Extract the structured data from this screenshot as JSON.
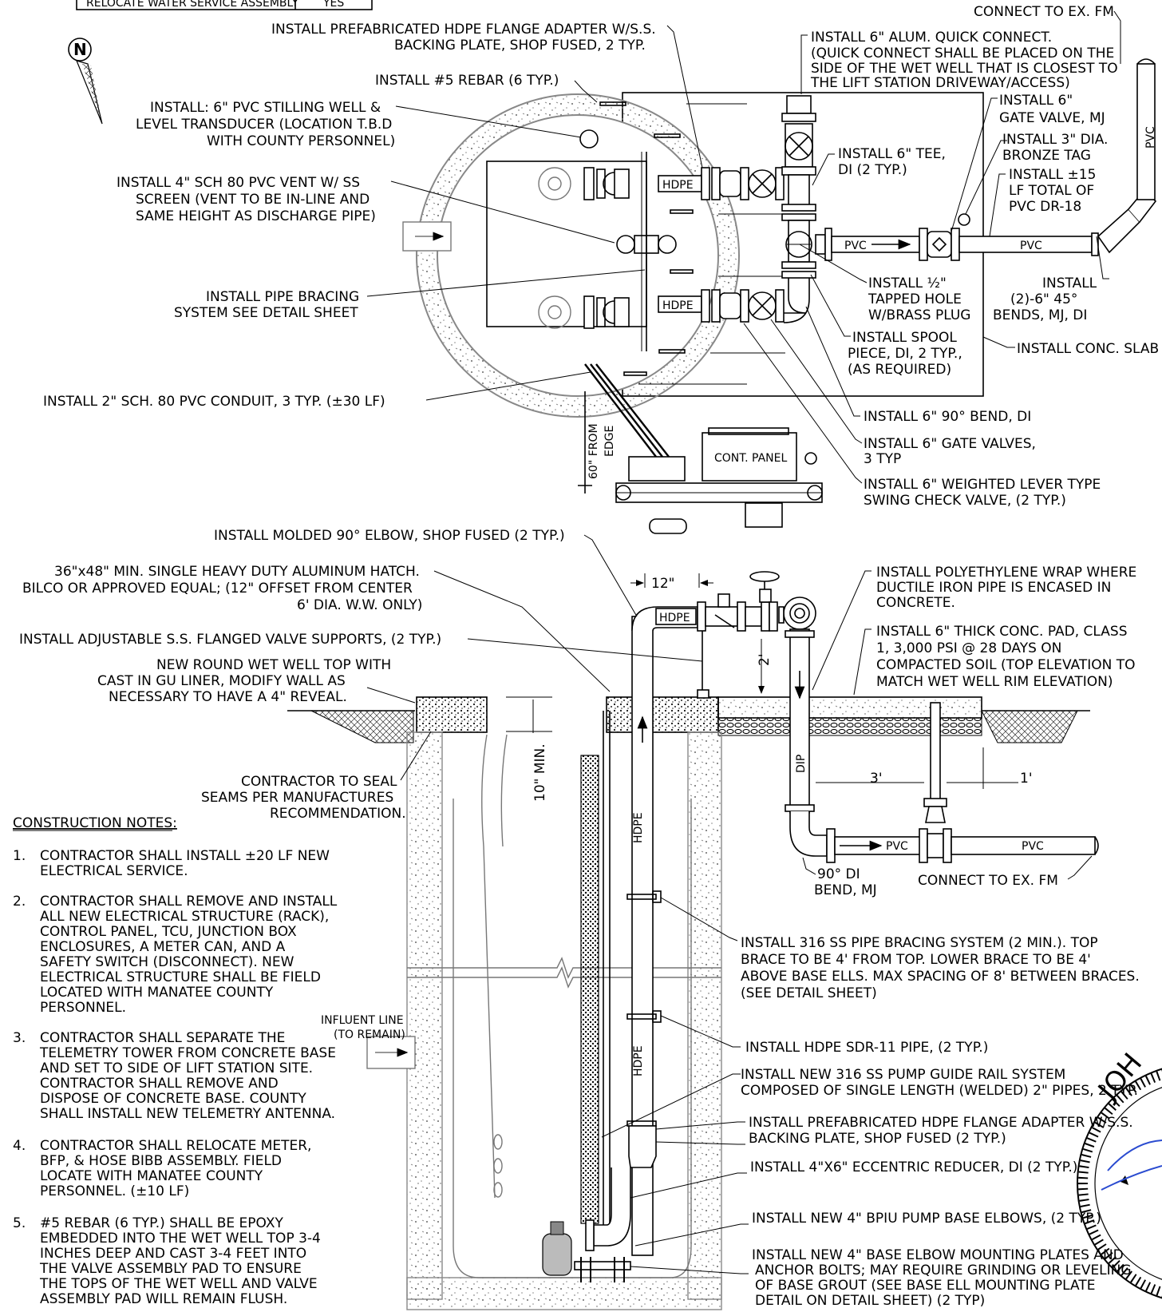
{
  "table": {
    "row1_label": "RELOCATE WATER SERVICE ASSEMBLY",
    "row1_value": "YES"
  },
  "north_arrow": {
    "glyph": "N",
    "icon": "north-arrow-icon"
  },
  "plan": {
    "callouts": [
      {
        "id": "connect-fm-top",
        "lines": [
          "CONNECT TO EX. FM"
        ]
      },
      {
        "id": "flange-adapter-top",
        "lines": [
          "INSTALL PREFABRICATED HDPE FLANGE ADAPTER W/S.S.",
          "BACKING PLATE, SHOP FUSED, 2 TYP."
        ]
      },
      {
        "id": "quick-connect",
        "lines": [
          "INSTALL 6\" ALUM. QUICK CONNECT.",
          "(QUICK CONNECT SHALL BE PLACED ON THE",
          "SIDE OF THE WET WELL THAT IS CLOSEST TO",
          "THE LIFT STATION DRIVEWAY/ACCESS)"
        ]
      },
      {
        "id": "rebar",
        "lines": [
          "INSTALL #5 REBAR (6 TYP.)"
        ]
      },
      {
        "id": "gate-valve-mj",
        "lines": [
          "INSTALL 6\"",
          "GATE VALVE, MJ"
        ]
      },
      {
        "id": "stilling-well",
        "lines": [
          "INSTALL: 6\" PVC STILLING WELL &",
          "LEVEL TRANSDUCER (LOCATION T.B.D",
          "WITH COUNTY PERSONNEL)"
        ]
      },
      {
        "id": "bronze-tag",
        "lines": [
          "INSTALL 3\" DIA.",
          "BRONZE TAG"
        ]
      },
      {
        "id": "tee",
        "lines": [
          "INSTALL 6\" TEE,",
          "DI (2 TYP.)"
        ]
      },
      {
        "id": "pvc-dr18",
        "lines": [
          "INSTALL ±15",
          "LF TOTAL OF",
          "PVC DR-18"
        ]
      },
      {
        "id": "vent",
        "lines": [
          "INSTALL 4\" SCH 80 PVC VENT W/ SS",
          "SCREEN (VENT TO BE IN-LINE AND",
          "SAME HEIGHT AS DISCHARGE PIPE)"
        ]
      },
      {
        "id": "bends-45",
        "lines": [
          "INSTALL",
          "(2)-6\" 45°",
          "BENDS, MJ, DI"
        ]
      },
      {
        "id": "tapped-hole",
        "lines": [
          "INSTALL ½\"",
          "TAPPED HOLE",
          "W/BRASS PLUG"
        ]
      },
      {
        "id": "pipe-bracing",
        "lines": [
          "INSTALL PIPE BRACING",
          "SYSTEM SEE DETAIL SHEET"
        ]
      },
      {
        "id": "conc-slab",
        "lines": [
          "INSTALL CONC. SLAB"
        ]
      },
      {
        "id": "spool",
        "lines": [
          "INSTALL SPOOL",
          "PIECE, DI, 2 TYP.,",
          "(AS REQUIRED)"
        ]
      },
      {
        "id": "conduit",
        "lines": [
          "INSTALL 2\" SCH. 80 PVC CONDUIT, 3 TYP. (±30 LF)"
        ]
      },
      {
        "id": "bend-90",
        "lines": [
          "INSTALL 6\" 90° BEND, DI"
        ]
      },
      {
        "id": "gate-valves",
        "lines": [
          "INSTALL 6\" GATE VALVES,",
          "3 TYP"
        ]
      },
      {
        "id": "check-valve",
        "lines": [
          "INSTALL 6\" WEIGHTED LEVER TYPE",
          "SWING CHECK VALVE, (2 TYP.)"
        ]
      }
    ],
    "labels": {
      "hdpe": "HDPE",
      "pvc": "PVC",
      "cont_panel": "CONT. PANEL",
      "from_edge_1": "60\" FROM",
      "from_edge_2": "EDGE"
    }
  },
  "section": {
    "callouts": [
      {
        "id": "molded-elbow",
        "lines": [
          "INSTALL MOLDED 90° ELBOW, SHOP FUSED (2 TYP.)"
        ]
      },
      {
        "id": "hatch",
        "lines": [
          "36\"x48\" MIN. SINGLE HEAVY DUTY ALUMINUM HATCH.",
          "BILCO OR APPROVED EQUAL; (12\" OFFSET FROM CENTER",
          "6' DIA. W.W. ONLY)"
        ]
      },
      {
        "id": "poly-wrap",
        "lines": [
          "INSTALL POLYETHYLENE WRAP WHERE",
          "DUCTILE IRON PIPE IS ENCASED IN",
          "CONCRETE."
        ]
      },
      {
        "id": "valve-supports",
        "lines": [
          "INSTALL ADJUSTABLE S.S. FLANGED VALVE SUPPORTS, (2 TYP.)"
        ]
      },
      {
        "id": "conc-pad",
        "lines": [
          "INSTALL 6\" THICK CONC. PAD, CLASS",
          "1, 3,000 PSI @ 28 DAYS ON",
          "COMPACTED SOIL (TOP ELEVATION TO",
          "MATCH WET WELL RIM ELEVATION)"
        ]
      },
      {
        "id": "wet-well-top",
        "lines": [
          "NEW ROUND WET WELL TOP WITH",
          "CAST IN GU LINER, MODIFY WALL AS",
          "NECESSARY TO HAVE A 4\" REVEAL."
        ]
      },
      {
        "id": "seal",
        "lines": [
          "CONTRACTOR TO SEAL",
          "SEAMS PER MANUFACTURES",
          "RECOMMENDATION."
        ]
      },
      {
        "id": "di-bend",
        "lines": [
          "90° DI",
          "BEND, MJ"
        ]
      },
      {
        "id": "connect-fm-bottom",
        "lines": [
          "CONNECT TO EX. FM"
        ]
      },
      {
        "id": "bracing-316",
        "lines": [
          "INSTALL 316 SS PIPE BRACING SYSTEM (2 MIN.). TOP",
          "BRACE TO BE 4' FROM TOP. LOWER BRACE TO BE 4'",
          "ABOVE BASE ELLS. MAX SPACING OF 8' BETWEEN BRACES.",
          "(SEE DETAIL SHEET)"
        ]
      },
      {
        "id": "influent",
        "lines": [
          "INFLUENT LINE",
          "(TO REMAIN)"
        ]
      },
      {
        "id": "hdpe-pipe",
        "lines": [
          "INSTALL HDPE SDR-11 PIPE, (2 TYP.)"
        ]
      },
      {
        "id": "guide-rail",
        "lines": [
          "INSTALL NEW 316 SS PUMP GUIDE RAIL SYSTEM",
          "COMPOSED OF SINGLE LENGTH (WELDED) 2\" PIPES, 2 TYP."
        ]
      },
      {
        "id": "flange-adapter-bottom",
        "lines": [
          "INSTALL PREFABRICATED HDPE FLANGE ADAPTER W/S.S.",
          "BACKING PLATE, SHOP FUSED (2 TYP.)"
        ]
      },
      {
        "id": "reducer",
        "lines": [
          "INSTALL 4\"X6\" ECCENTRIC REDUCER, DI (2 TYP.)"
        ]
      },
      {
        "id": "base-elbows",
        "lines": [
          "INSTALL NEW 4\" BPIU PUMP BASE ELBOWS, (2 TYP.)"
        ]
      },
      {
        "id": "mounting-plate",
        "lines": [
          "INSTALL NEW 4\" BASE ELBOW MOUNTING PLATES AND",
          "ANCHOR BOLTS; MAY REQUIRE GRINDING OR LEVELING",
          "OF BASE GROUT (SEE BASE ELL MOUNTING PLATE",
          "DETAIL ON DETAIL SHEET) (2 TYP)"
        ]
      }
    ],
    "dims": {
      "d12": "12\"",
      "d2": "2'",
      "d10": "10\" MIN.",
      "d3": "3'",
      "d1": "1'"
    },
    "labels": {
      "hdpe": "HDPE",
      "dip": "DIP",
      "pvc": "PVC"
    }
  },
  "notes": {
    "heading": "CONSTRUCTION NOTES:",
    "items": [
      {
        "num": "1.",
        "lines": [
          "CONTRACTOR SHALL INSTALL ±20 LF NEW",
          "ELECTRICAL SERVICE."
        ]
      },
      {
        "num": "2.",
        "lines": [
          "CONTRACTOR SHALL REMOVE AND INSTALL",
          "ALL NEW ELECTRICAL STRUCTURE (RACK),",
          "CONTROL PANEL, TCU, JUNCTION BOX",
          "ENCLOSURES, A METER CAN, AND A",
          "SAFETY SWITCH (DISCONNECT). NEW",
          "ELECTRICAL STRUCTURE SHALL BE FIELD",
          "LOCATED WITH MANATEE COUNTY",
          "PERSONNEL."
        ]
      },
      {
        "num": "3.",
        "lines": [
          "CONTRACTOR SHALL SEPARATE THE",
          "TELEMETRY TOWER FROM CONCRETE BASE",
          "AND SET TO SIDE OF LIFT STATION SITE.",
          "CONTRACTOR SHALL REMOVE AND",
          "DISPOSE OF CONCRETE BASE. COUNTY",
          "SHALL INSTALL NEW TELEMETRY ANTENNA."
        ]
      },
      {
        "num": "4.",
        "lines": [
          "CONTRACTOR SHALL RELOCATE METER,",
          "BFP, & HOSE BIBB ASSEMBLY. FIELD",
          "LOCATE WITH MANATEE COUNTY",
          "PERSONNEL. (±10 LF)"
        ]
      },
      {
        "num": "5.",
        "lines": [
          "#5 REBAR (6 TYP.) SHALL BE EPOXY",
          "EMBEDDED INTO THE WET WELL TOP 3-4",
          "INCHES DEEP AND CAST 3-4 FEET INTO",
          "THE VALVE ASSEMBLY PAD TO ENSURE",
          "THE TOPS OF THE WET WELL AND VALVE",
          "ASSEMBLY PAD WILL REMAIN FLUSH."
        ]
      }
    ]
  },
  "seal": {
    "text": "JOH"
  }
}
